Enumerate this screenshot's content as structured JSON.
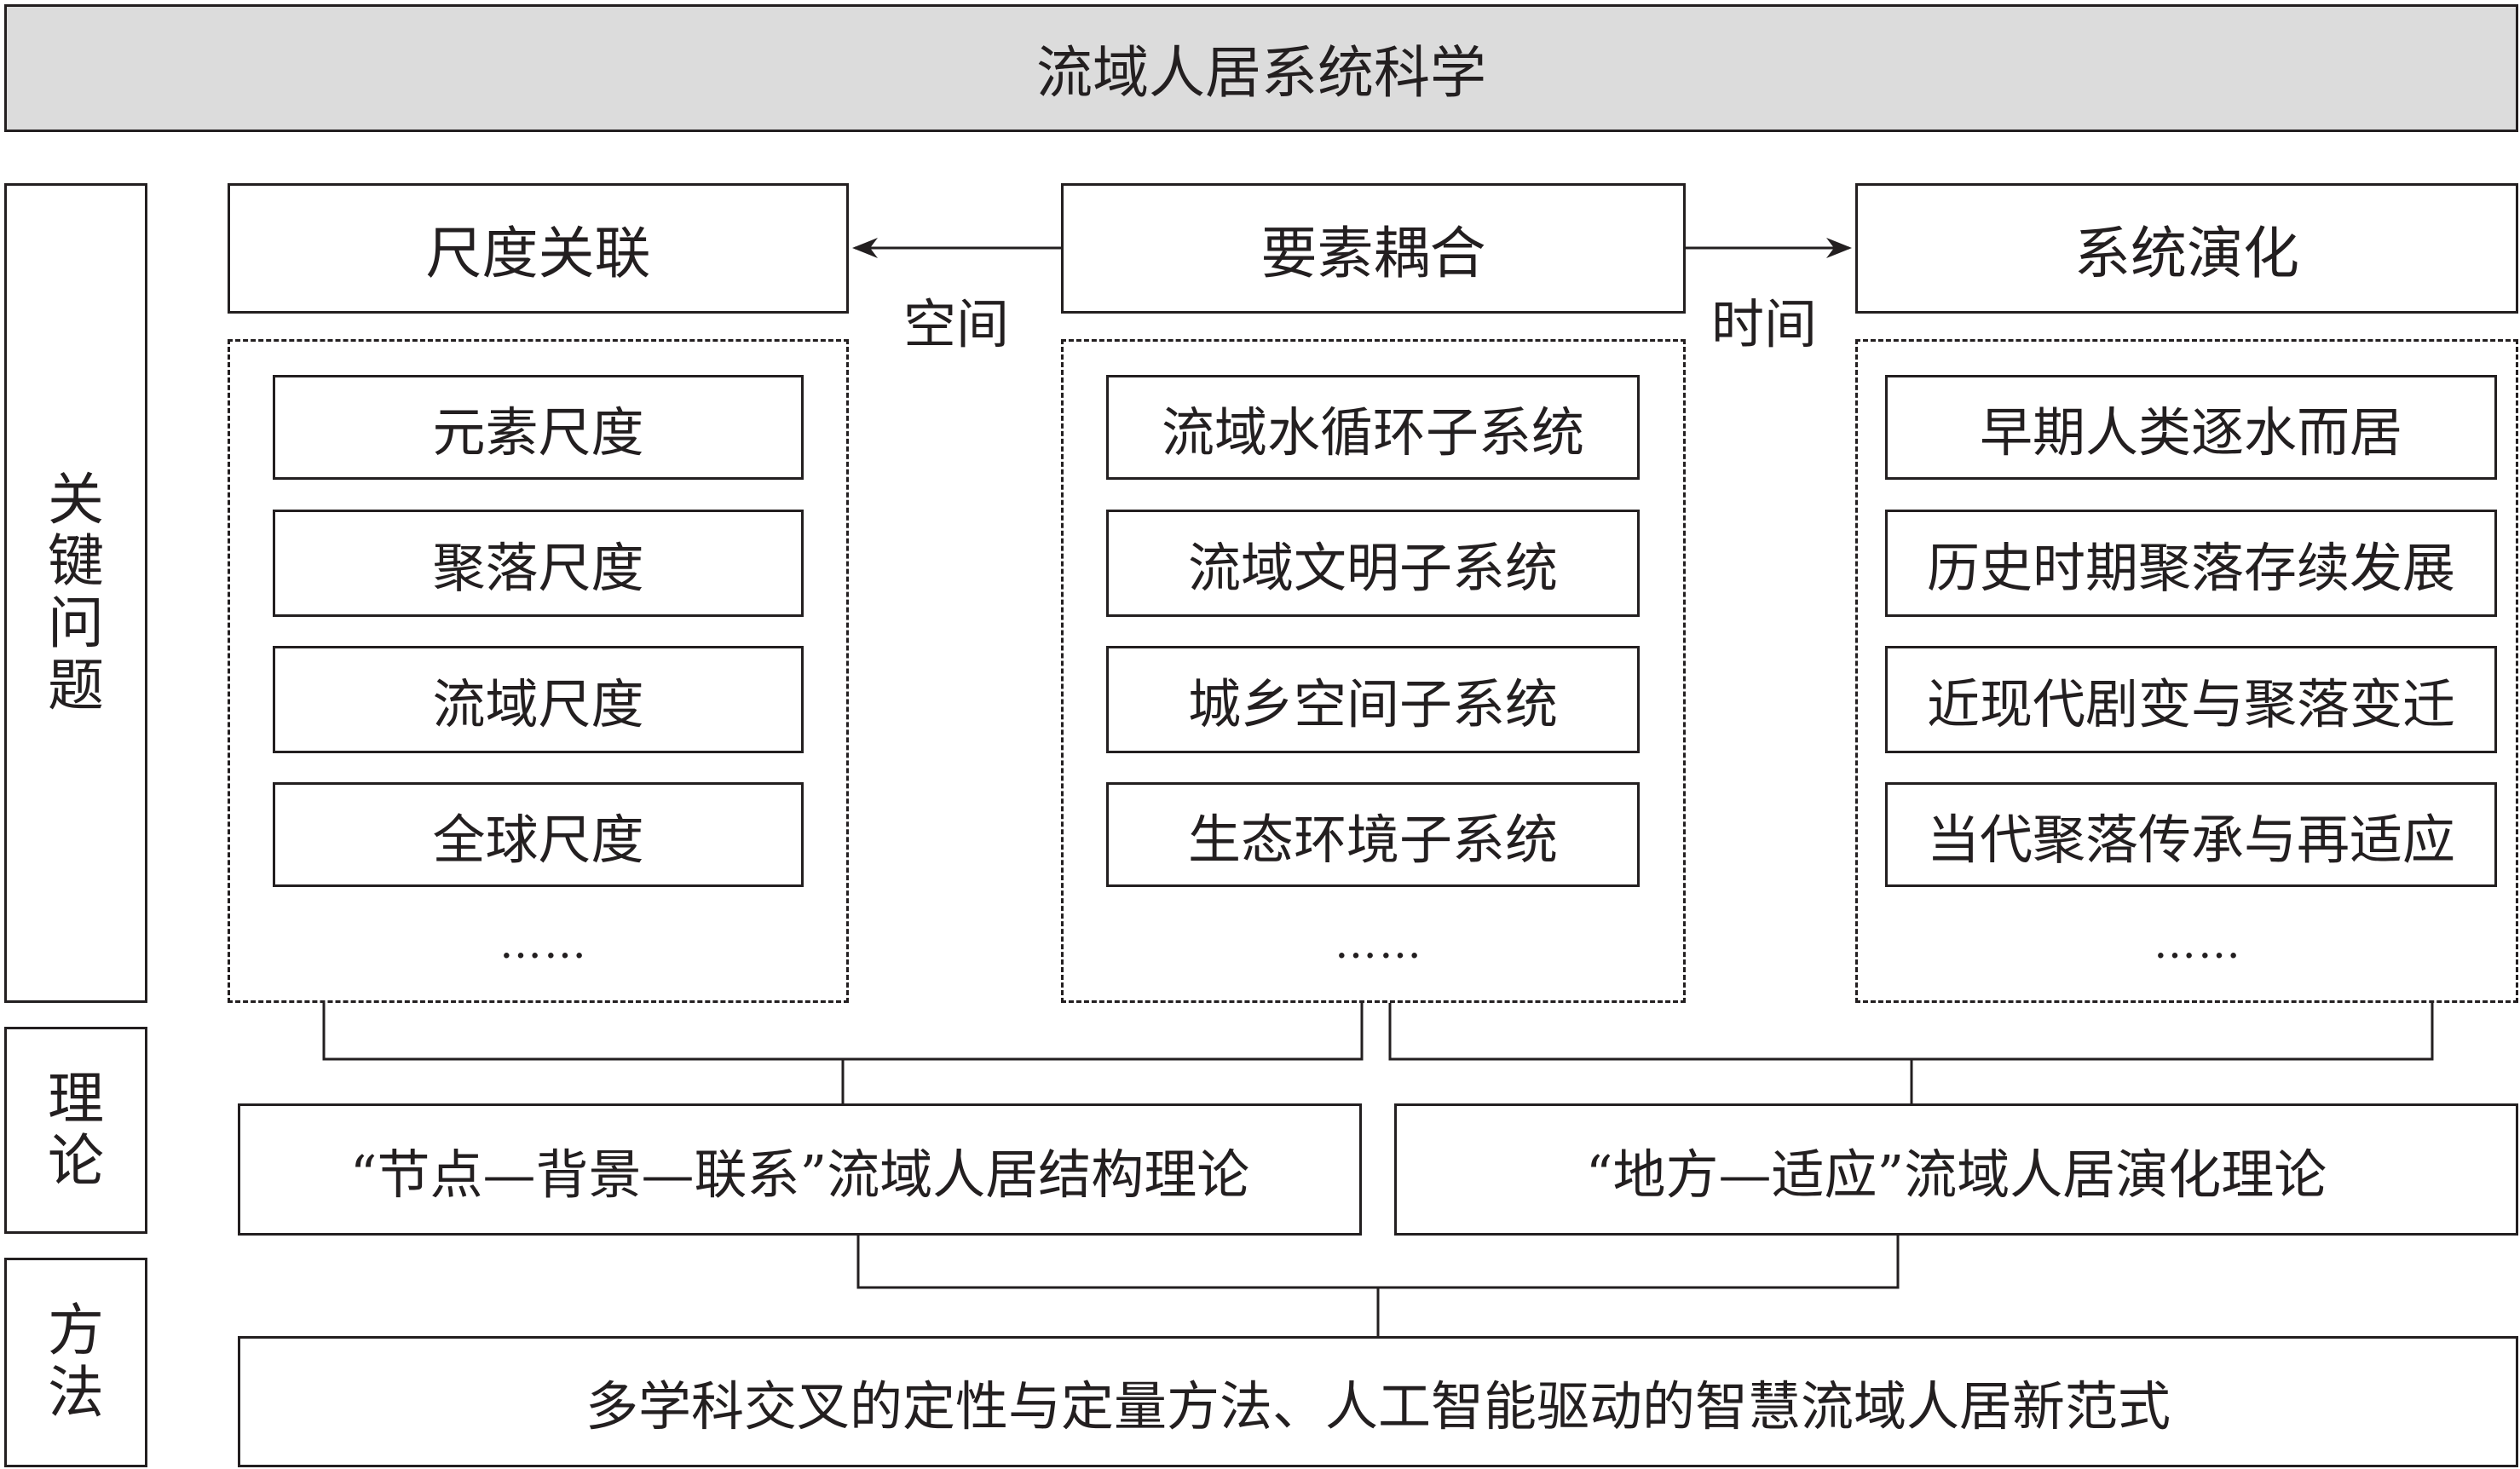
{
  "title": "流域人居系统科学",
  "rows": {
    "key_issues": [
      "关",
      "键",
      "问",
      "题"
    ],
    "theory": [
      "理",
      "论"
    ],
    "method": [
      "方",
      "法"
    ]
  },
  "columns": [
    {
      "header": "尺度关联",
      "items": [
        "元素尺度",
        "聚落尺度",
        "流域尺度",
        "全球尺度"
      ],
      "more": "……"
    },
    {
      "header": "要素耦合",
      "items": [
        "流域水循环子系统",
        "流域文明子系统",
        "城乡空间子系统",
        "生态环境子系统"
      ],
      "more": "……"
    },
    {
      "header": "系统演化",
      "items": [
        "早期人类逐水而居",
        "历史时期聚落存续发展",
        "近现代剧变与聚落变迁",
        "当代聚落传承与再适应"
      ],
      "more": "……"
    }
  ],
  "arrows": {
    "left_label": "空间",
    "right_label": "时间"
  },
  "theories": [
    "“节点—背景—联系”流域人居结构理论",
    "“地方—适应”流域人居演化理论"
  ],
  "method": "多学科交叉的定性与定量方法、人工智能驱动的智慧流域人居新范式",
  "colors": {
    "line": "#231f20",
    "title_fill": "#dcdcdc",
    "background": "#ffffff"
  }
}
